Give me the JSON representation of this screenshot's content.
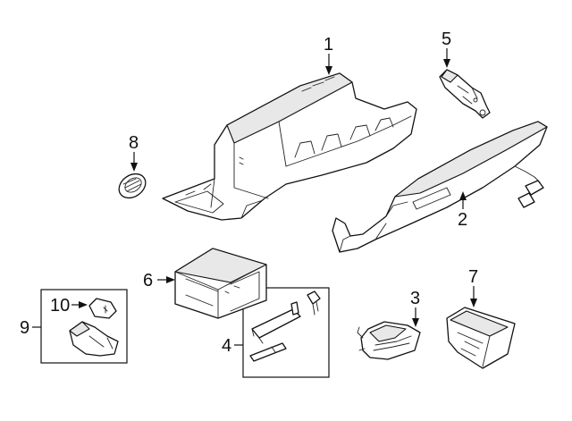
{
  "callouts": {
    "c1": "1",
    "c2": "2",
    "c3": "3",
    "c4": "4",
    "c5": "5",
    "c6": "6",
    "c7": "7",
    "c8": "8",
    "c9": "9",
    "c10": "10"
  },
  "colors": {
    "line": "#111111",
    "background": "#ffffff",
    "shade": "#e8e8e8"
  }
}
